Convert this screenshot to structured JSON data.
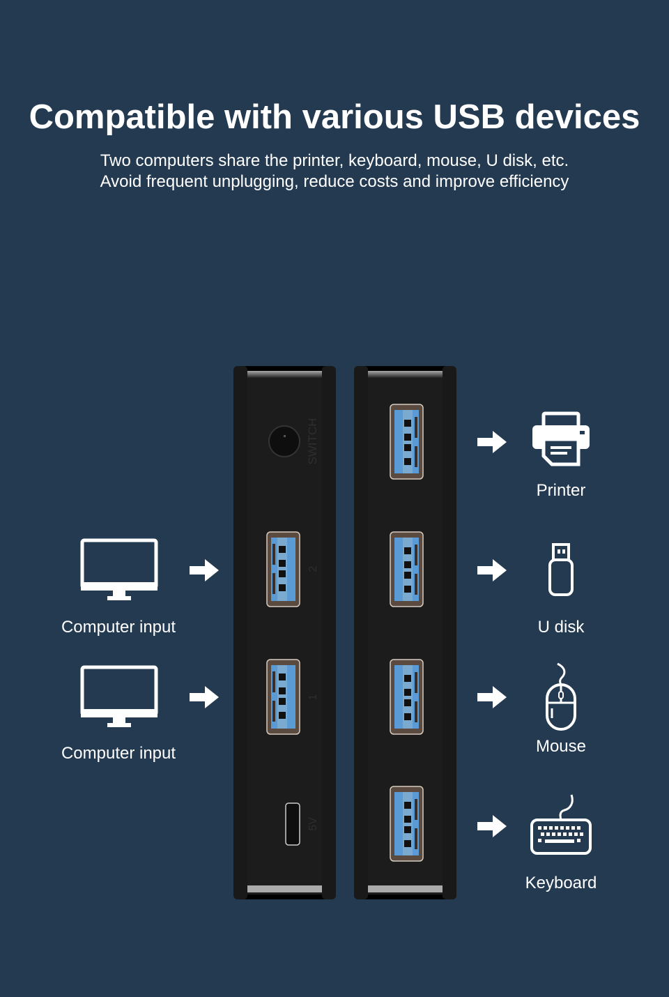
{
  "header": {
    "title": "Compatible with various USB devices",
    "subtitle_line1": "Two computers share the printer, keyboard, mouse, U disk, etc.",
    "subtitle_line2": "Avoid frequent unplugging, reduce costs and improve efficiency"
  },
  "inputs": [
    {
      "label": "Computer input",
      "icon": "monitor-icon"
    },
    {
      "label": "Computer input",
      "icon": "monitor-icon"
    }
  ],
  "outputs": [
    {
      "label": "Printer",
      "icon": "printer-icon"
    },
    {
      "label": "U disk",
      "icon": "usb-drive-icon"
    },
    {
      "label": "Mouse",
      "icon": "mouse-icon"
    },
    {
      "label": "Keyboard",
      "icon": "keyboard-icon"
    }
  ],
  "device": {
    "switch_label": "SWITCH",
    "port2_label": "2",
    "port1_label": "1",
    "power_label": "5V"
  },
  "colors": {
    "background": "#243a50",
    "device": "#1c1c1c",
    "port_blue": "#5a9bd6",
    "port_frame": "#5a4a40"
  }
}
